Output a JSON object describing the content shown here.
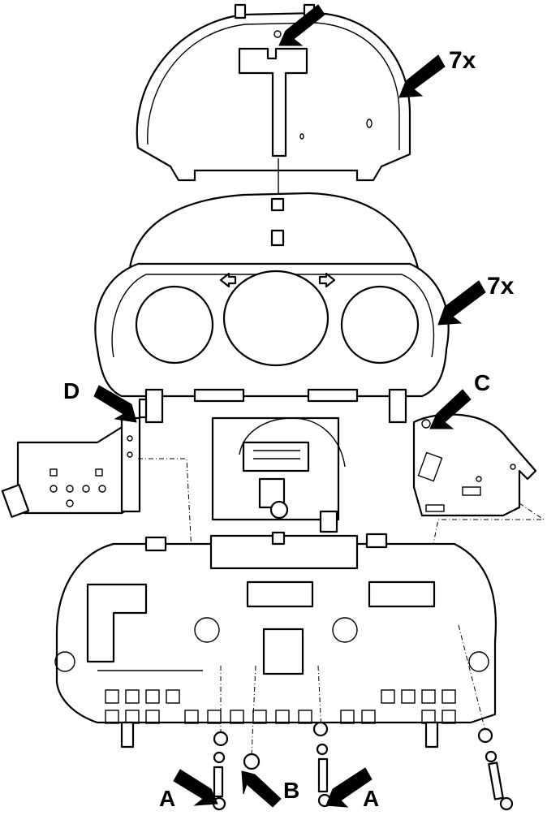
{
  "labels": {
    "cover_clips": "7x",
    "bezel_clips": "7x",
    "d": "D",
    "c": "C",
    "a_left": "A",
    "b": "B",
    "a_right": "A"
  },
  "colors": {
    "line": "#000000",
    "background": "#ffffff"
  }
}
